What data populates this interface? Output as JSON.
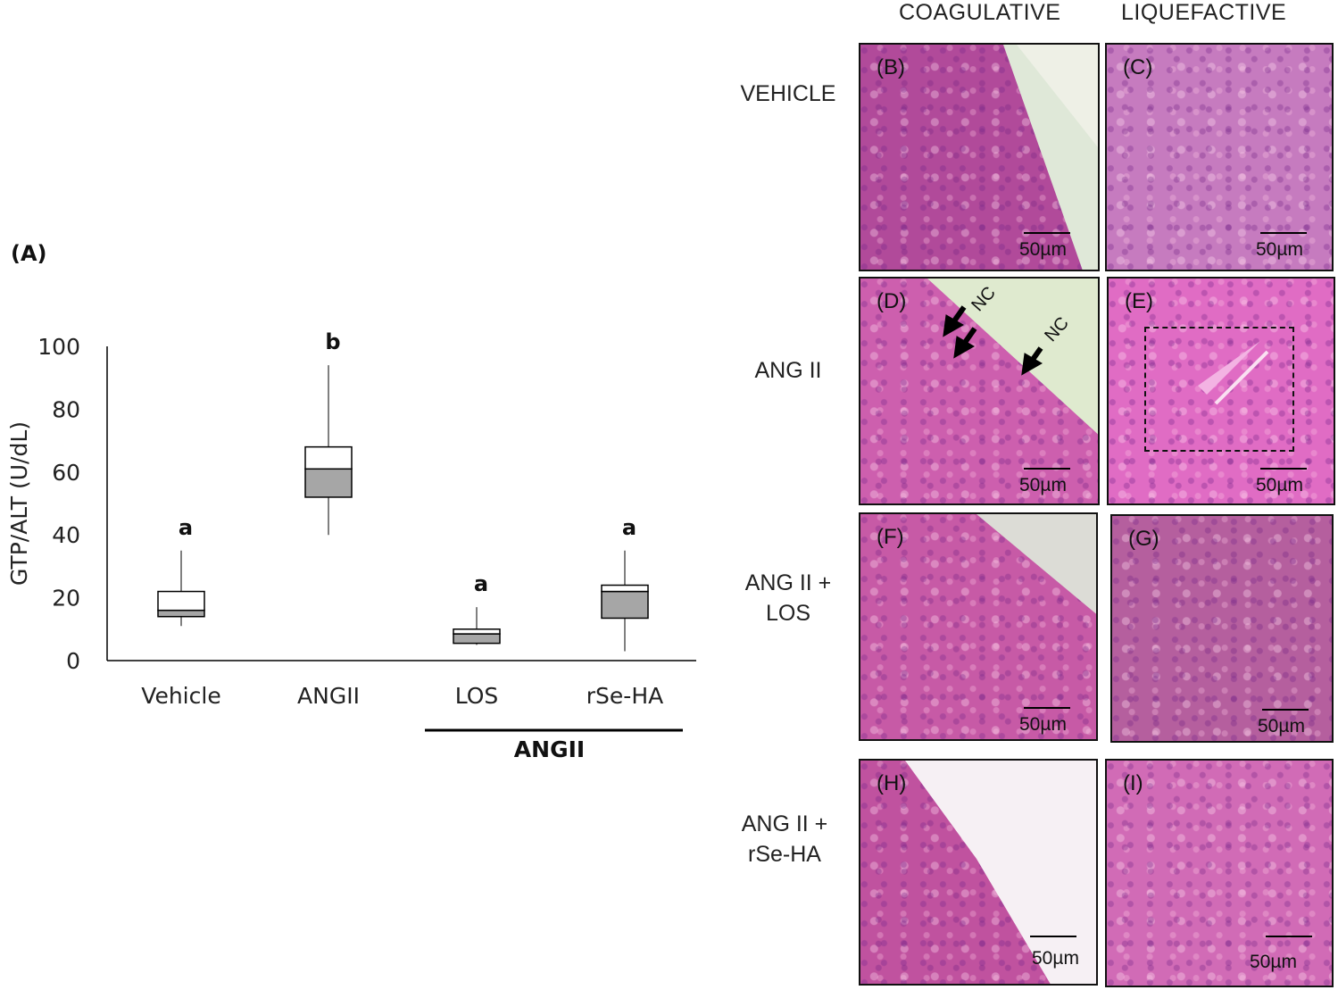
{
  "panel_a_label": "(A)",
  "chart_data": {
    "type": "box",
    "ylabel": "GTP/ALT (U/dL)",
    "ylim": [
      0,
      100
    ],
    "yticks": [
      0,
      20,
      40,
      60,
      80,
      100
    ],
    "categories": [
      "Vehicle",
      "ANGII",
      "LOS",
      "rSe-HA"
    ],
    "group_label": "ANGII",
    "group_members": [
      "LOS",
      "rSe-HA"
    ],
    "boxes": [
      {
        "category": "Vehicle",
        "min": 11,
        "q1": 14,
        "median": 16,
        "q3": 22,
        "max": 35,
        "letter": "a"
      },
      {
        "category": "ANGII",
        "min": 40,
        "q1": 52,
        "median": 61,
        "q3": 68,
        "max": 94,
        "letter": "b"
      },
      {
        "category": "LOS",
        "min": 5,
        "q1": 5.5,
        "median": 8.5,
        "q3": 10,
        "max": 17,
        "letter": "a"
      },
      {
        "category": "rSe-HA",
        "min": 3,
        "q1": 13.5,
        "median": 22,
        "q3": 24,
        "max": 35,
        "letter": "a"
      }
    ],
    "colors": {
      "lower_fill": "#a6a6a6",
      "upper_fill": "#ffffff",
      "stroke": "#000000"
    }
  },
  "micrographs": {
    "columns": [
      "COAGULATIVE",
      "LIQUEFACTIVE"
    ],
    "rows": [
      {
        "label": "VEHICLE",
        "panels": [
          "(B)",
          "(C)"
        ]
      },
      {
        "label": "ANG II",
        "panels": [
          "(D)",
          "(E)"
        ]
      },
      {
        "label": "ANG II + LOS",
        "label_lines": [
          "ANG II +",
          "LOS"
        ],
        "panels": [
          "(F)",
          "(G)"
        ]
      },
      {
        "label": "ANG II + rSe-HA",
        "label_lines": [
          "ANG II +",
          "rSe-HA"
        ],
        "panels": [
          "(H)",
          "(I)"
        ]
      }
    ],
    "scale_label": "50µm",
    "annotation_nc": "NC"
  }
}
